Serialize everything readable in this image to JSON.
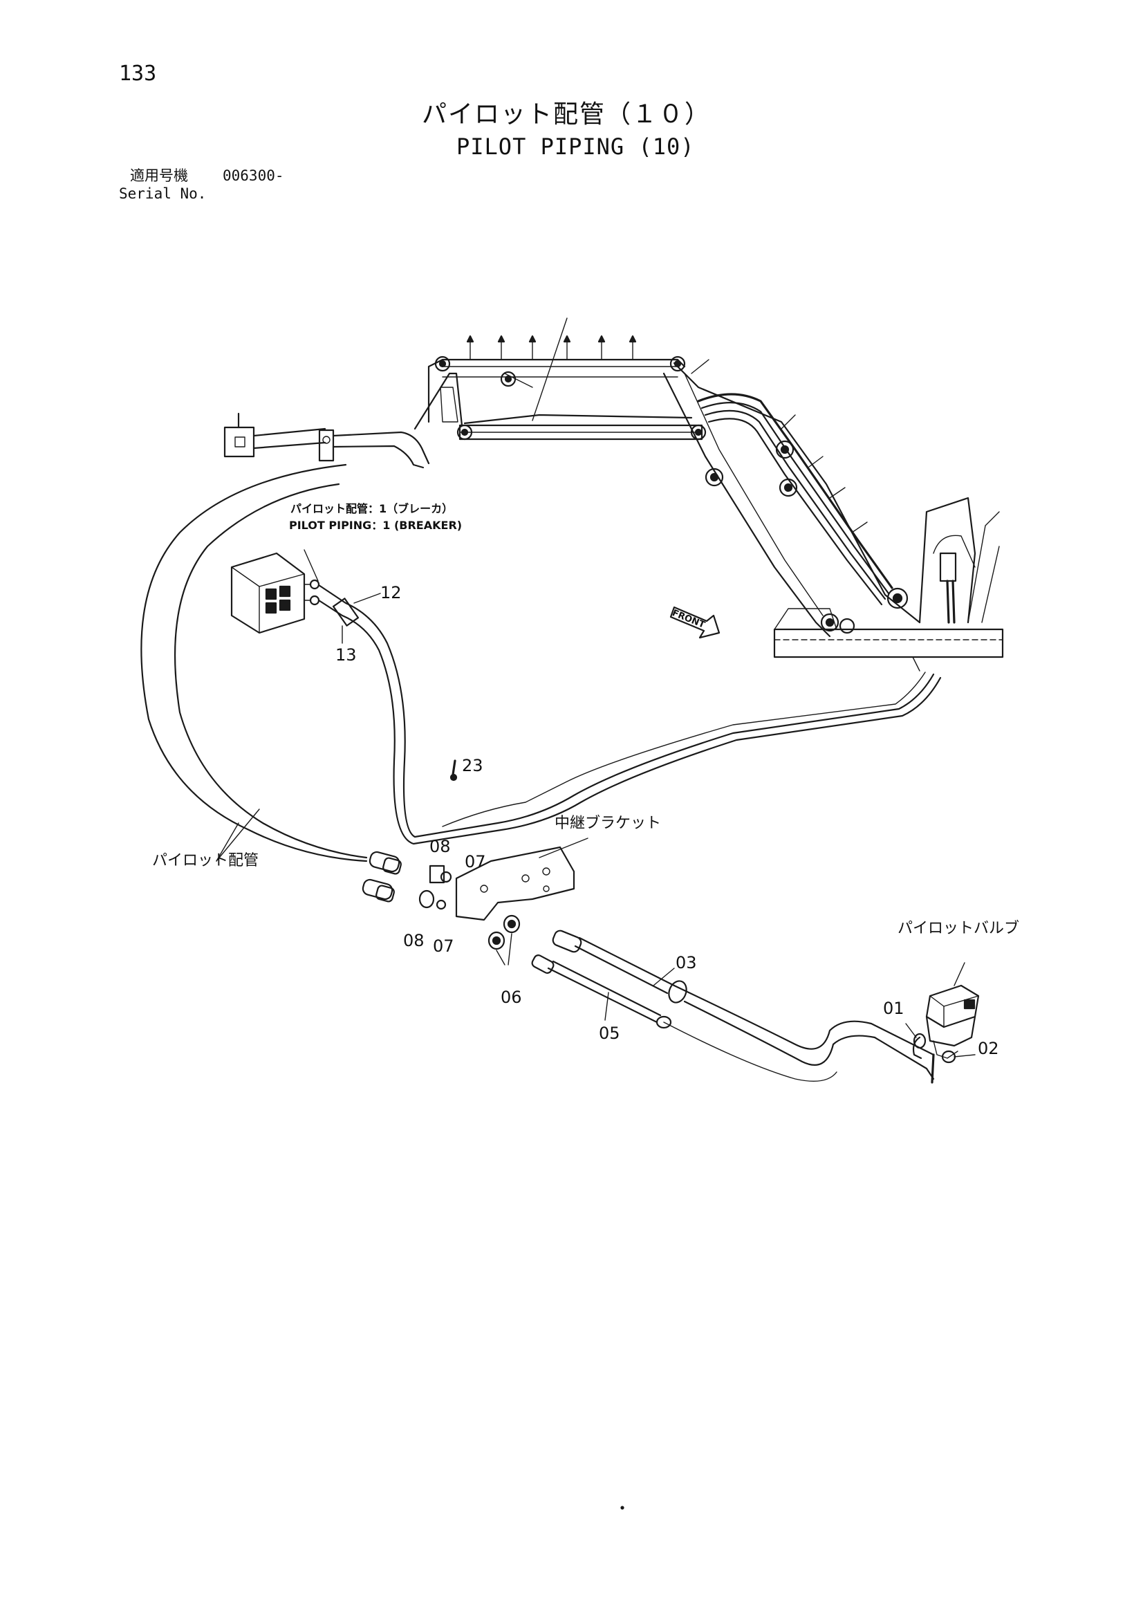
{
  "header": {
    "page_number": "133",
    "title_jp": "パイロット配管（１０）",
    "title_en": "PILOT PIPING (10)",
    "serial_label_jp": "適用号機",
    "serial_value": "006300-",
    "serial_label_en": "Serial No."
  },
  "labels": {
    "ref_jp": "パイロット配管：1（ブレーカ）",
    "ref_en": "PILOT PIPING：1 (BREAKER)",
    "front": "FRONT",
    "relay_bracket": "中継ブラケット",
    "pilot_piping": "パイロット配管",
    "pilot_valve": "パイロットバルブ"
  },
  "callouts": {
    "c12": "12",
    "c13": "13",
    "c23": "23",
    "c08a": "08",
    "c07a": "07",
    "c08b": "08",
    "c07b": "07",
    "c06": "06",
    "c03": "03",
    "c05": "05",
    "c01": "01",
    "c02": "02"
  }
}
